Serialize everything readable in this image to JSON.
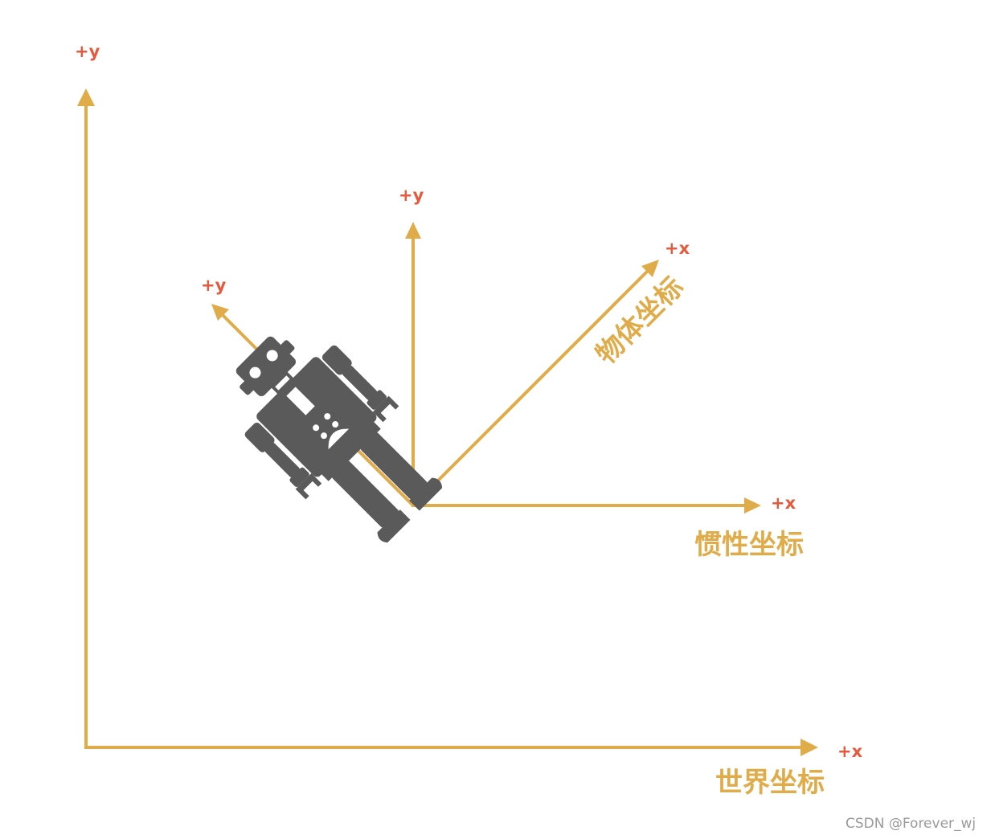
{
  "diagram": {
    "world_frame": {
      "name": "世界坐标",
      "x_label": "+x",
      "y_label": "+y"
    },
    "inertial_frame": {
      "name": "惯性坐标",
      "x_label": "+x",
      "y_label": "+y"
    },
    "object_frame": {
      "name": "物体坐标",
      "x_label": "+x",
      "y_label": "+y"
    },
    "object_icon": "robot-icon"
  },
  "colors": {
    "axis": "#e0ac4a",
    "axis_label": "#e55a3c",
    "robot": "#5a5a5a"
  },
  "watermark": "CSDN @Forever_wj"
}
